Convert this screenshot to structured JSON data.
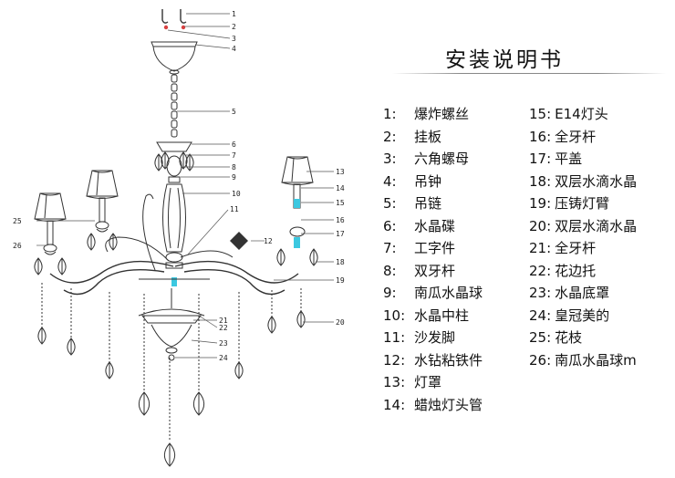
{
  "title": "安装说明书",
  "parts_left": [
    {
      "num": "1:",
      "name": "爆炸螺丝"
    },
    {
      "num": "2:",
      "name": "挂板"
    },
    {
      "num": "3:",
      "name": "六角螺母"
    },
    {
      "num": "4:",
      "name": "吊钟"
    },
    {
      "num": "5:",
      "name": "吊链"
    },
    {
      "num": "6:",
      "name": "水晶碟"
    },
    {
      "num": "7:",
      "name": "工字件"
    },
    {
      "num": "8:",
      "name": "双牙杆"
    },
    {
      "num": "9:",
      "name": "南瓜水晶球"
    },
    {
      "num": "10:",
      "name": "水晶中柱"
    },
    {
      "num": "11:",
      "name": "沙发脚"
    },
    {
      "num": "12:",
      "name": "水钻粘铁件"
    },
    {
      "num": "13:",
      "name": "灯罩"
    },
    {
      "num": "14:",
      "name": "蜡烛灯头管"
    }
  ],
  "parts_right": [
    {
      "num": "15:",
      "name": "E14灯头"
    },
    {
      "num": "16:",
      "name": "全牙杆"
    },
    {
      "num": "17:",
      "name": "平盖"
    },
    {
      "num": "18:",
      "name": "双层水滴水晶"
    },
    {
      "num": "19:",
      "name": "压铸灯臂"
    },
    {
      "num": "20:",
      "name": "双层水滴水晶"
    },
    {
      "num": "21:",
      "name": "全牙杆"
    },
    {
      "num": "22:",
      "name": "花边托"
    },
    {
      "num": "23:",
      "name": "水晶底罩"
    },
    {
      "num": "24:",
      "name": "皇冠美的"
    },
    {
      "num": "25:",
      "name": "花枝"
    },
    {
      "num": "26:",
      "name": "南瓜水晶球m"
    }
  ],
  "callouts": [
    "1",
    "2",
    "3",
    "4",
    "5",
    "6",
    "7",
    "8",
    "9",
    "10",
    "11",
    "12",
    "13",
    "14",
    "15",
    "16",
    "17",
    "18",
    "19",
    "20",
    "21",
    "22",
    "23",
    "24",
    "25",
    "26"
  ],
  "colors": {
    "accent_cyan": "#3cc8e0",
    "accent_red": "#d84040",
    "line": "#333333"
  }
}
